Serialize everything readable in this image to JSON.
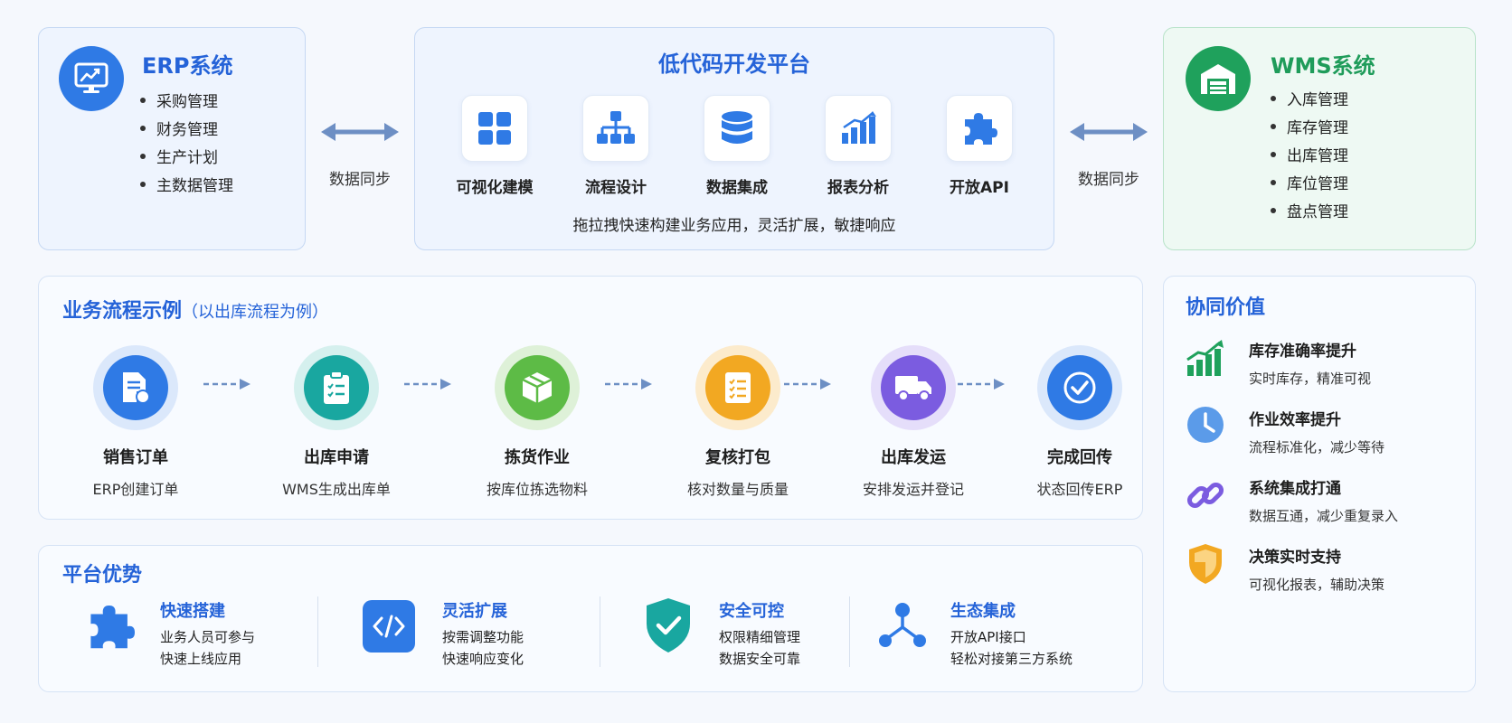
{
  "erp": {
    "title": "ERP系统",
    "items": [
      "采购管理",
      "财务管理",
      "生产计划",
      "主数据管理"
    ]
  },
  "wms": {
    "title": "WMS系统",
    "items": [
      "入库管理",
      "库存管理",
      "出库管理",
      "库位管理",
      "盘点管理"
    ]
  },
  "sync_left": "数据同步",
  "sync_right": "数据同步",
  "lowcode": {
    "title": "低代码开发平台",
    "tools": [
      "可视化建模",
      "流程设计",
      "数据集成",
      "报表分析",
      "开放API"
    ],
    "tagline": "拖拉拽快速构建业务应用，灵活扩展，敏捷响应"
  },
  "flow": {
    "title": "业务流程示例",
    "subtitle": "（以出库流程为例）",
    "steps": [
      {
        "title": "销售订单",
        "desc": "ERP创建订单",
        "icon": "document-icon",
        "color": "#2f7ae5"
      },
      {
        "title": "出库申请",
        "desc": "WMS生成出库单",
        "icon": "clipboard-icon",
        "color": "#19a7a0"
      },
      {
        "title": "拣货作业",
        "desc": "按库位拣选物料",
        "icon": "box-icon",
        "color": "#5dbb46"
      },
      {
        "title": "复核打包",
        "desc": "核对数量与质量",
        "icon": "checklist-icon",
        "color": "#f2a822"
      },
      {
        "title": "出库发运",
        "desc": "安排发运并登记",
        "icon": "truck-icon",
        "color": "#7b5ce0"
      },
      {
        "title": "完成回传",
        "desc": "状态回传ERP",
        "icon": "check-circle-icon",
        "color": "#2f7ae5"
      }
    ]
  },
  "advantages": {
    "title": "平台优势",
    "items": [
      {
        "title": "快速搭建",
        "lines": [
          "业务人员可参与",
          "快速上线应用"
        ],
        "icon": "puzzle-icon"
      },
      {
        "title": "灵活扩展",
        "lines": [
          "按需调整功能",
          "快速响应变化"
        ],
        "icon": "code-icon"
      },
      {
        "title": "安全可控",
        "lines": [
          "权限精细管理",
          "数据安全可靠"
        ],
        "icon": "shield-icon"
      },
      {
        "title": "生态集成",
        "lines": [
          "开放API接口",
          "轻松对接第三方系统"
        ],
        "icon": "network-icon"
      }
    ]
  },
  "value": {
    "title": "协同价值",
    "items": [
      {
        "title": "库存准确率提升",
        "desc": "实时库存，精准可视",
        "icon": "bar-chart-icon"
      },
      {
        "title": "作业效率提升",
        "desc": "流程标准化，减少等待",
        "icon": "clock-icon"
      },
      {
        "title": "系统集成打通",
        "desc": "数据互通，减少重复录入",
        "icon": "link-icon"
      },
      {
        "title": "决策实时支持",
        "desc": "可视化报表，辅助决策",
        "icon": "shield-icon"
      }
    ]
  },
  "colors": {
    "primary": "#2563d8",
    "erp_icon": "#2f7ae5",
    "wms_icon": "#1fa15c",
    "wms_title": "#1f9c5a"
  }
}
